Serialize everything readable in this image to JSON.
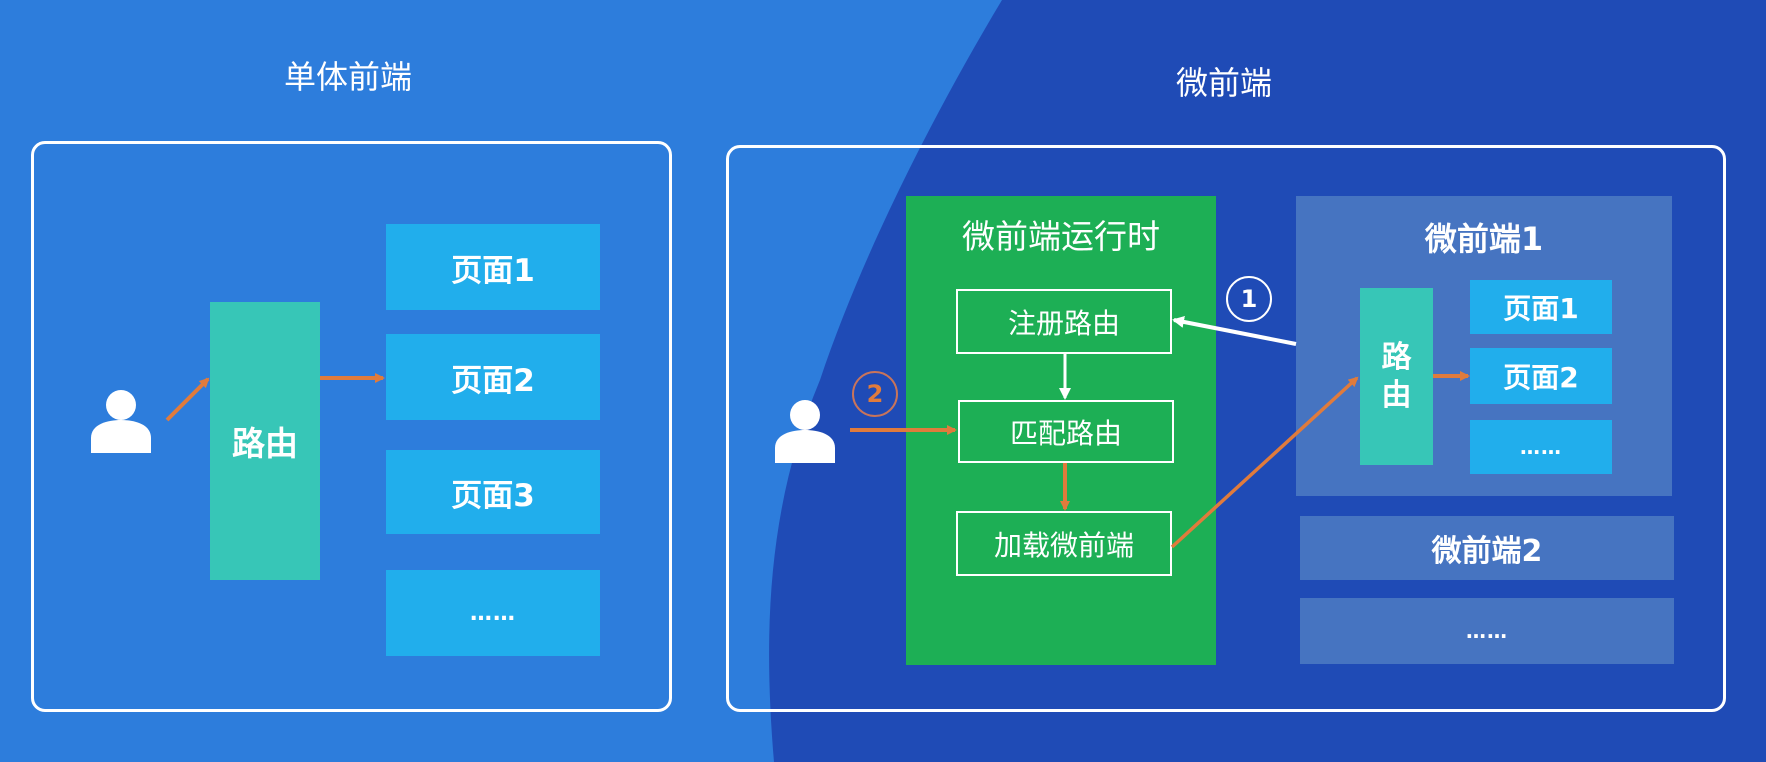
{
  "colors": {
    "background_light": "#2d7ddc",
    "background_dark": "#1f4bb6",
    "page_box": "#21aeec",
    "router_box": "#37c6b7",
    "runtime_box": "#1daf55",
    "microfrontend_box": "#4674c1",
    "arrow_orange": "#e07b3c",
    "arrow_white": "#ffffff"
  },
  "monolith": {
    "title": "单体前端",
    "user_icon": "user-icon",
    "router_label": "路由",
    "pages": [
      "页面1",
      "页面2",
      "页面3",
      "……"
    ]
  },
  "microfrontend": {
    "title": "微前端",
    "user_icon": "user-icon",
    "runtime": {
      "title": "微前端运行时",
      "steps": [
        "注册路由",
        "匹配路由",
        "加载微前端"
      ]
    },
    "step_markers": [
      "1",
      "2"
    ],
    "apps": [
      {
        "title": "微前端1",
        "router_label": "路\n由",
        "router_chars": [
          "路",
          "由"
        ],
        "pages": [
          "页面1",
          "页面2",
          "……"
        ]
      },
      {
        "title": "微前端2"
      },
      {
        "title": "……"
      }
    ]
  }
}
